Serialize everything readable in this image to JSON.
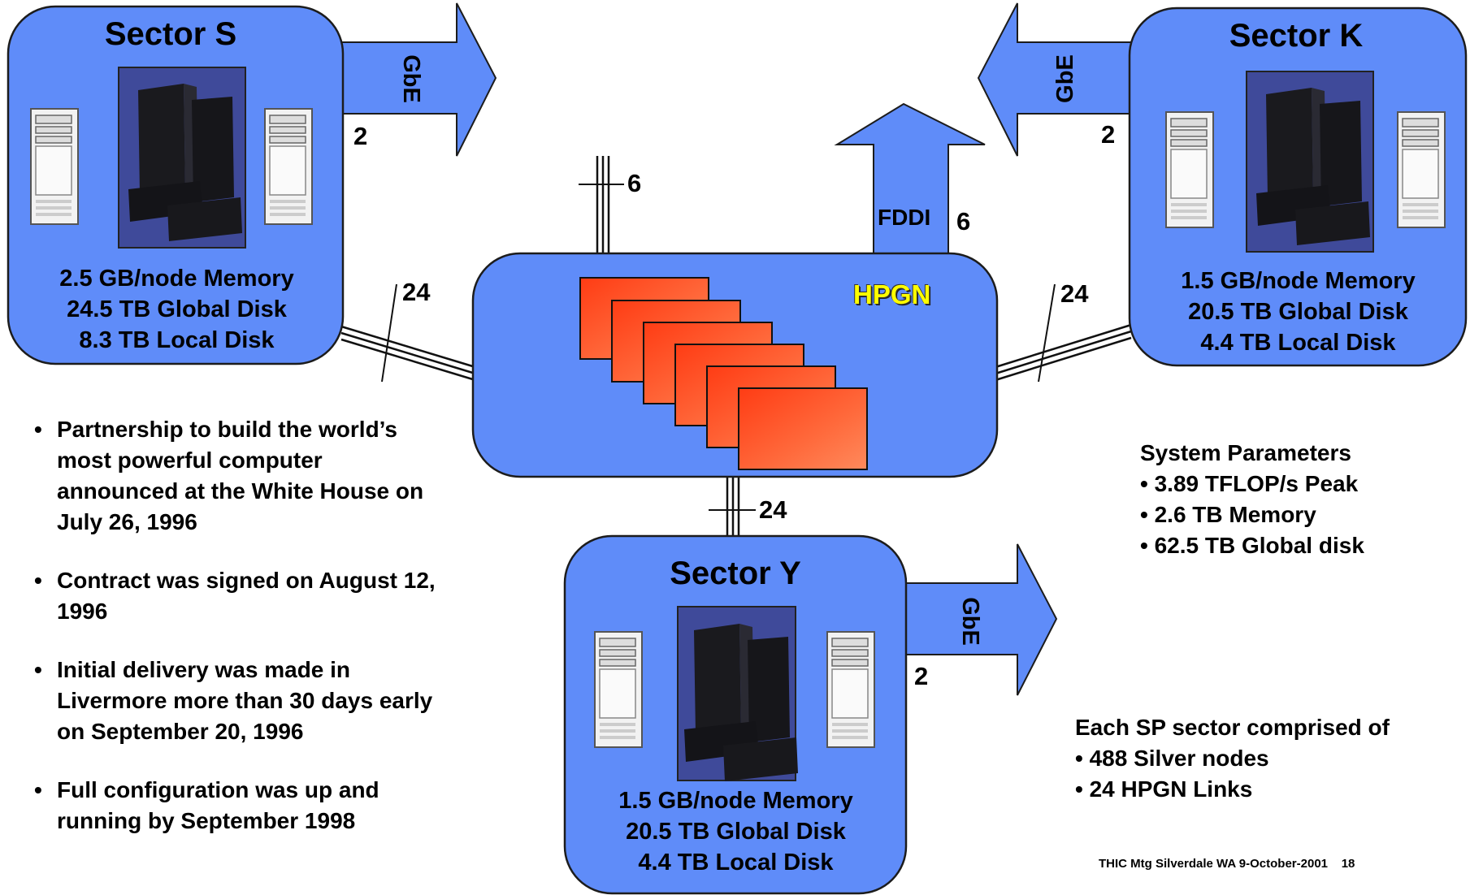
{
  "sectors": {
    "s": {
      "title": "Sector S",
      "specs": [
        "2.5 GB/node Memory",
        "24.5 TB Global Disk",
        "8.3 TB Local Disk"
      ]
    },
    "k": {
      "title": "Sector K",
      "specs": [
        "1.5 GB/node Memory",
        "20.5 TB Global Disk",
        "4.4 TB Local Disk"
      ]
    },
    "y": {
      "title": "Sector Y",
      "specs": [
        "1.5 GB/node Memory",
        "20.5 TB Global Disk",
        "4.4 TB Local Disk"
      ]
    }
  },
  "hub": {
    "label": "HPGN"
  },
  "links": {
    "gbe_label": "GbE",
    "fddi_label": "FDDI",
    "s_gbe_count": "2",
    "k_gbe_count": "2",
    "y_gbe_count": "2",
    "fddi_count": "6",
    "top_link_count": "6",
    "left_link_count": "24",
    "right_link_count": "24",
    "bottom_link_count": "24"
  },
  "bullets": [
    "Partnership to build the world’s most powerful computer announced at the White House on July 26, 1996",
    "Contract was signed on August 12, 1996",
    "Initial delivery was made in Livermore more than 30 days early on September 20, 1996",
    "Full configuration was up and running by September 1998"
  ],
  "system_parameters": {
    "heading": "System Parameters",
    "items": [
      "3.89 TFLOP/s Peak",
      "2.6 TB Memory",
      "62.5 TB Global disk"
    ]
  },
  "sector_composition": {
    "heading": "Each SP sector comprised of",
    "items": [
      "488 Silver nodes",
      "24 HPGN Links"
    ]
  },
  "footer": {
    "text": "THIC Mtg Silverdale WA  9-October-2001",
    "page": "18"
  },
  "colors": {
    "box_fill": "#5f8cf9",
    "box_stroke": "#1c1c1c",
    "card_fill": "#ff5a2a",
    "photo_bg": "#3f4a9a"
  }
}
